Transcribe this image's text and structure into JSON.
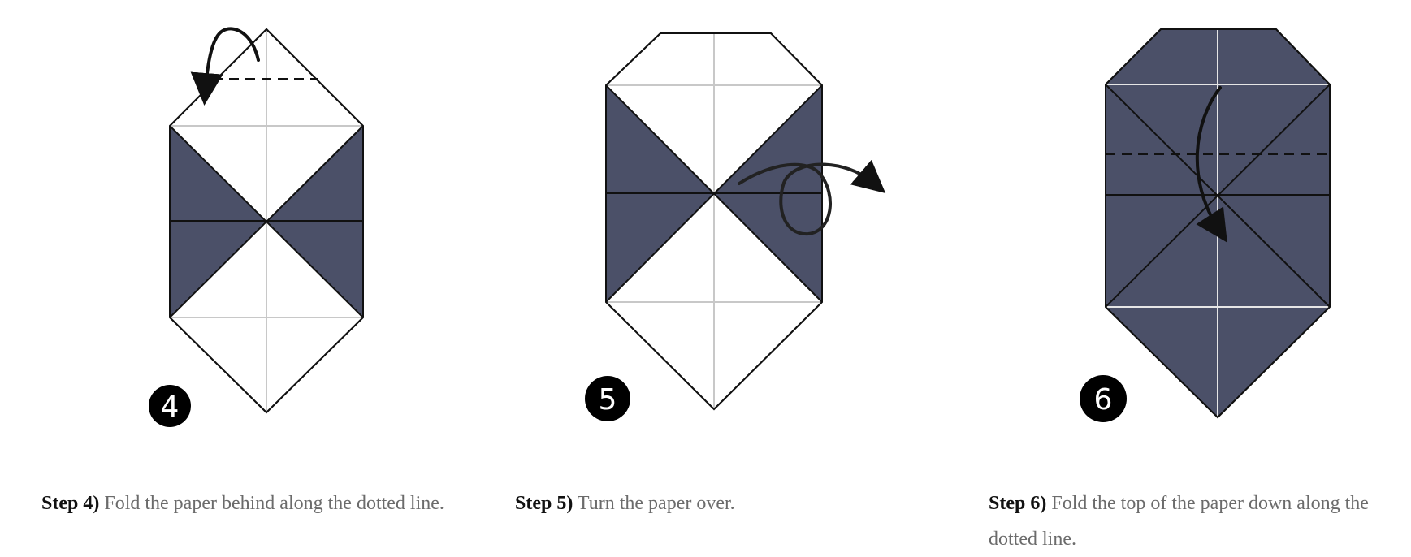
{
  "steps": [
    {
      "number": "4",
      "label": "Step 4)",
      "text": "Fold the paper behind along the dotted line."
    },
    {
      "number": "5",
      "label": "Step 5)",
      "text": "Turn the paper over."
    },
    {
      "number": "6",
      "label": "Step 6)",
      "text": "Fold the top of the paper down along the dotted line."
    }
  ],
  "colors": {
    "paper_dark": "#4b5068",
    "paper_light": "#ffffff",
    "crease_light": "#c8c8c8",
    "outline": "#111111",
    "caption_text": "#6b6b6b",
    "caption_label": "#111111",
    "badge": "#000000"
  },
  "icons": [
    "curved-arrow-icon",
    "loop-turn-over-arrow-icon"
  ]
}
